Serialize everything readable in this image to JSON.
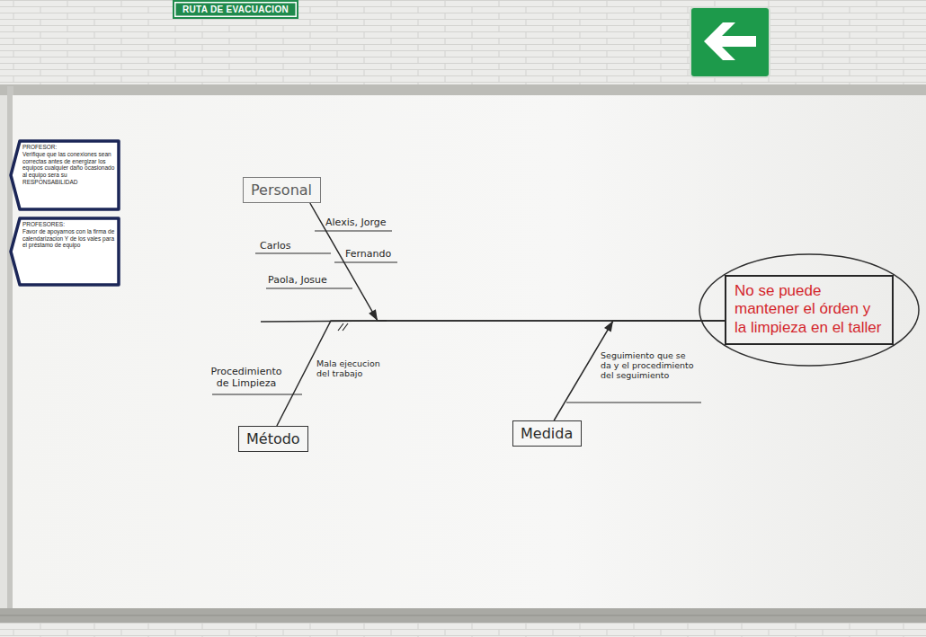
{
  "diagram": {
    "nodes": [
      {
        "text": [
          "RUTA DE EVACUACION"
        ]
      },
      {
        "text": [
          "PROFESOR:",
          "Verifique que las conexiones sean correctas antes de energizar los equipos cualquier daño ocasionado al equipo sera su RESPONSABILIDAD"
        ]
      },
      {
        "text": [
          "PROFESORES:",
          "Favor de apoyarnos con la firma de calendarizacion Y de los vales para el préstamo de equipo"
        ]
      },
      {
        "text": [
          "Personal"
        ]
      },
      {
        "text": [
          "Método"
        ]
      },
      {
        "text": [
          "Medida"
        ]
      },
      {
        "text": [
          "No se puede mantener el órden y la limpieza en el taller"
        ]
      }
    ],
    "edges": [
      {
        "from": 3,
        "to": 6,
        "arrow": "to"
      },
      {
        "from": 4,
        "to": 6,
        "arrow": "none"
      },
      {
        "from": 5,
        "to": 6,
        "arrow": "to"
      }
    ],
    "labels": [
      "Alexis, Jorge",
      "Carlos",
      "Fernando",
      "Paola, Josue",
      "Procedimiento de Limpieza",
      "Mala ejecucion del trabajo",
      "Seguimiento que se da y el procedimiento del seguimiento"
    ]
  }
}
